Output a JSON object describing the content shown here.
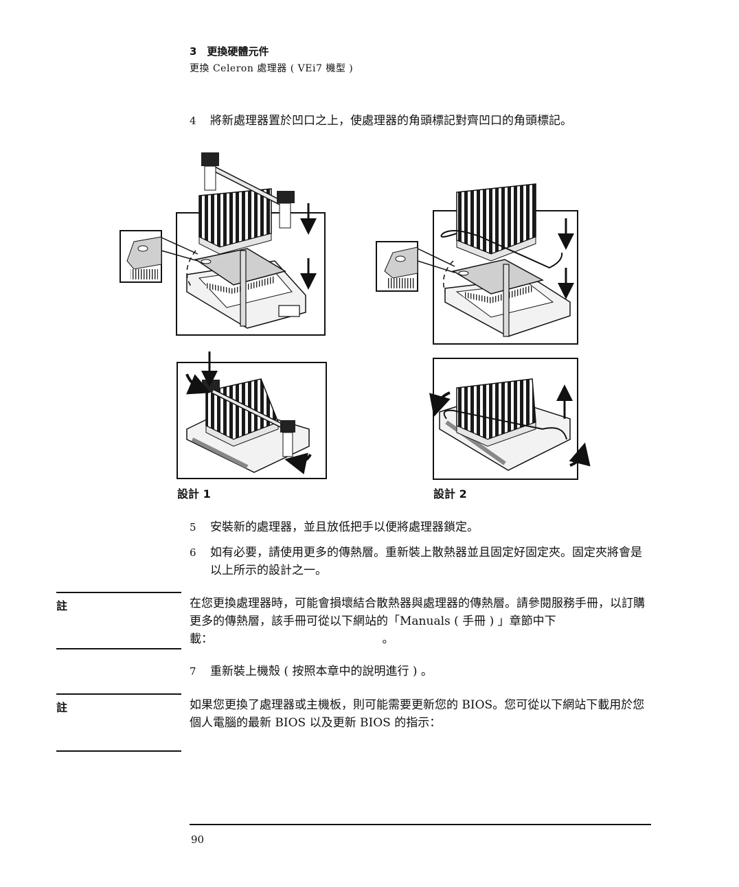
{
  "header": {
    "chapter": "3　更換硬體元件",
    "section": "更換 Celeron 處理器 ( VEi7 機型 )"
  },
  "steps": [
    {
      "num": "4",
      "text": "將新處理器置於凹口之上，使處理器的角頭標記對齊凹口的角頭標記。"
    },
    {
      "num": "5",
      "text": "安裝新的處理器，並且放低把手以便將處理器鎖定。"
    },
    {
      "num": "6",
      "text": "如有必要，請使用更多的傳熱層。重新裝上散熱器並且固定好固定夾。固定夾將會是以上所示的設計之一。"
    },
    {
      "num": "7",
      "text": "重新裝上機殼 ( 按照本章中的說明進行 ) 。"
    }
  ],
  "figure": {
    "caption_1": "設計 1",
    "caption_2": "設計 2"
  },
  "notes": [
    {
      "label": "註",
      "text": "在您更換處理器時，可能會損壞結合散熱器與處理器的傳熱層。請參閱服務手冊，以訂購更多的傳熱層，該手冊可從以下網站的「Manuals ( 手冊 ) 」章節中下載：　　　　　　　　　　　　　　　。"
    },
    {
      "label": "註",
      "text": "如果您更換了處理器或主機板，則可能需要更新您的 BIOS。您可從以下網站下載用於您個人電腦的最新 BIOS 以及更新 BIOS 的指示："
    }
  ],
  "footer": {
    "page_number": "90"
  }
}
